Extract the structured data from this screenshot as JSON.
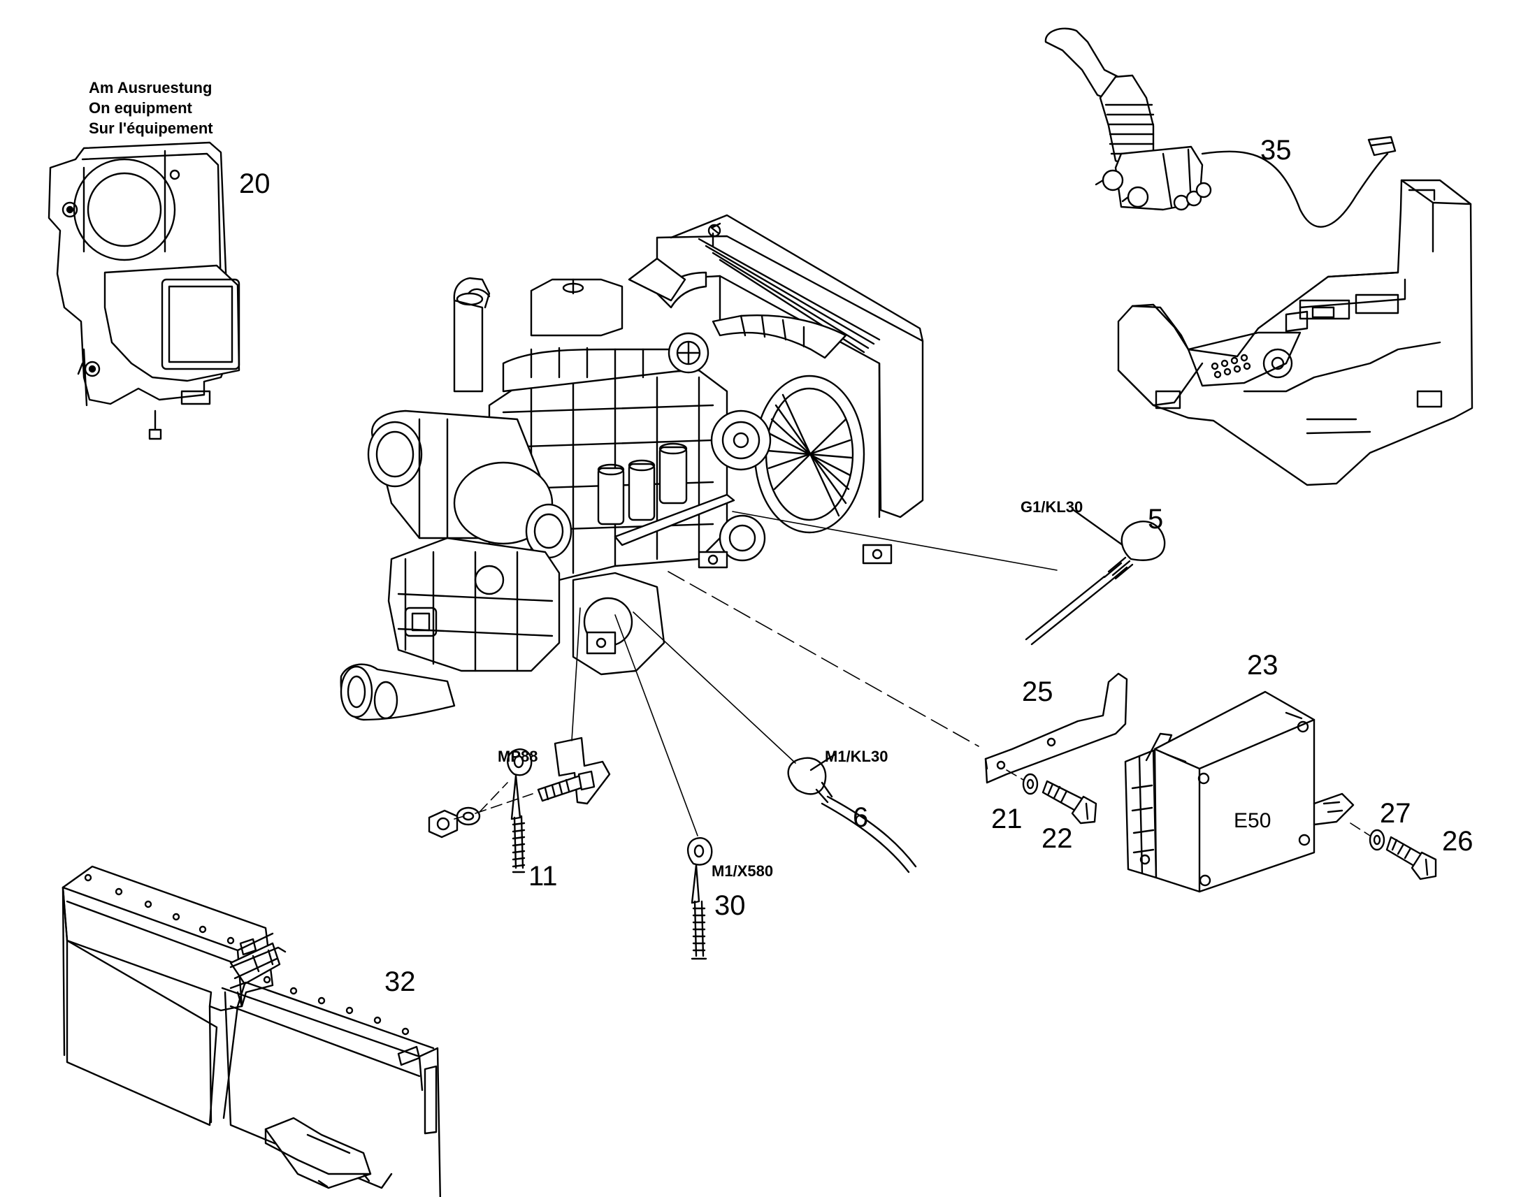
{
  "note": {
    "line1": "Am Ausruestung",
    "line2": "On equipment",
    "line3": "Sur l'équipement"
  },
  "callouts": {
    "c20": "20",
    "c35": "35",
    "c5": "5",
    "c25": "25",
    "c23": "23",
    "c6": "6",
    "c21": "21",
    "c22": "22",
    "c27": "27",
    "c26": "26",
    "c11": "11",
    "c30": "30",
    "c32": "32"
  },
  "tags": {
    "g1_kl30": "G1/KL30",
    "m1_kl30": "M1/KL30",
    "mp88": "MP88",
    "m1_x580": "M1/X580",
    "e50": "E50"
  },
  "colors": {
    "ink": "#000000",
    "paper": "#ffffff"
  }
}
